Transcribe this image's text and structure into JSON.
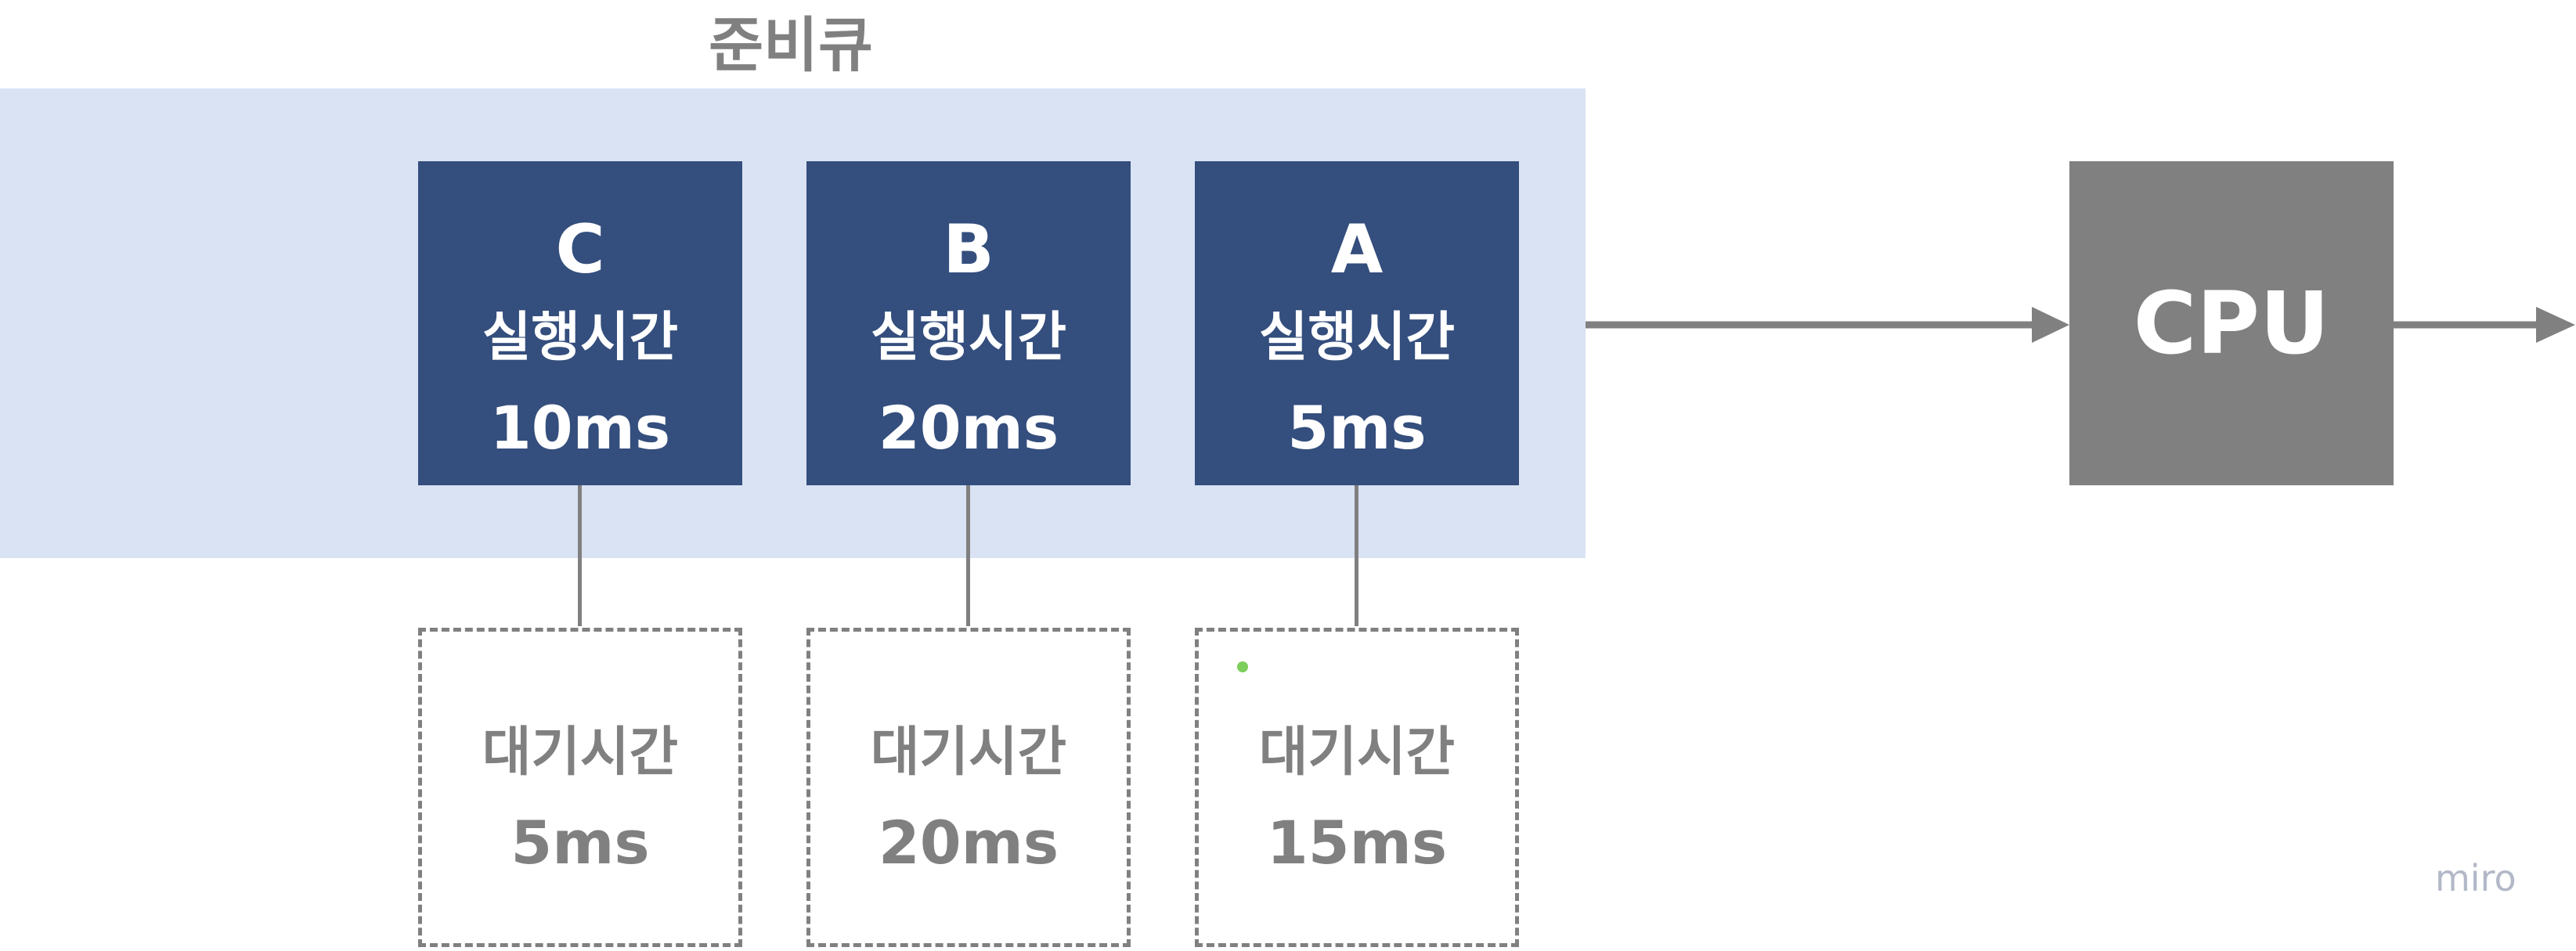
{
  "diagram": {
    "queue_title": "준비큐",
    "processes": [
      {
        "name": "C",
        "run_label": "실행시간",
        "run_time": "10ms",
        "wait_label": "대기시간",
        "wait_time": "5ms"
      },
      {
        "name": "B",
        "run_label": "실행시간",
        "run_time": "20ms",
        "wait_label": "대기시간",
        "wait_time": "20ms"
      },
      {
        "name": "A",
        "run_label": "실행시간",
        "run_time": "5ms",
        "wait_label": "대기시간",
        "wait_time": "15ms"
      }
    ],
    "cpu_label": "CPU"
  },
  "watermark": "miro",
  "colors": {
    "queue_background": "#dae3f4",
    "process_box": "#344e7d",
    "cpu_box": "#808080",
    "line_gray": "#808080",
    "dot_green": "#7ccf5a"
  }
}
